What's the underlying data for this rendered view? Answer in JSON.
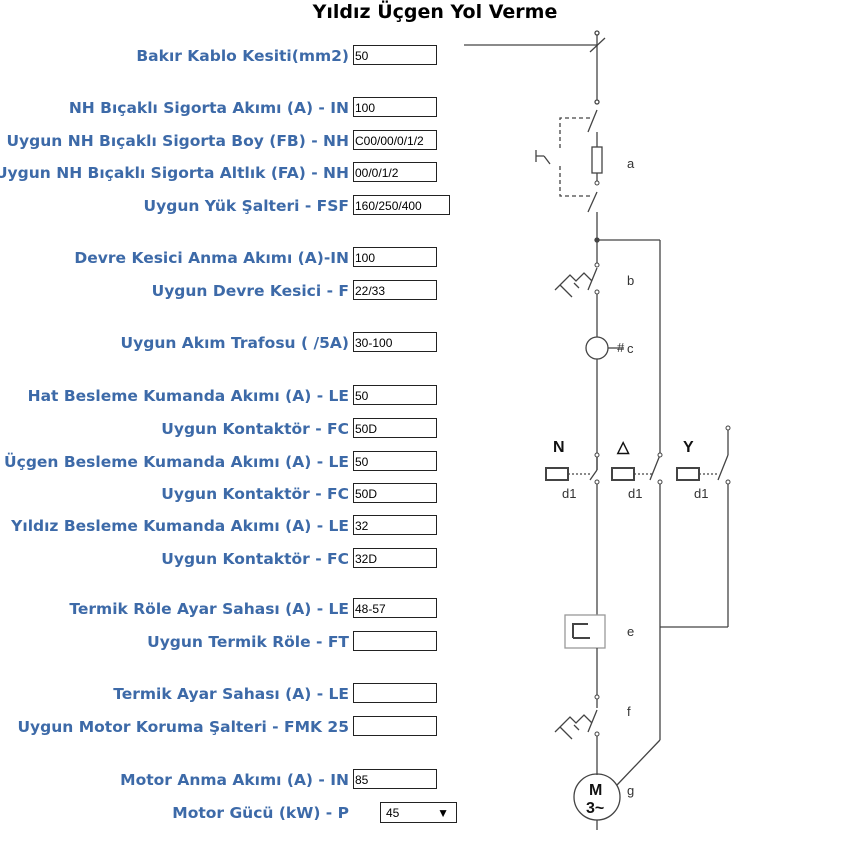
{
  "title": "Yıldız Üçgen Yol Verme",
  "fields": [
    {
      "label": "Bakır Kablo Kesiti(mm2)",
      "value": "50"
    },
    {
      "label": "NH Bıçaklı Sigorta Akımı (A) - IN",
      "value": "100"
    },
    {
      "label": "Uygun NH Bıçaklı Sigorta Boy (FB) - NH",
      "value": "C00/00/0/1/2"
    },
    {
      "label": "Uygun NH Bıçaklı Sigorta Altlık (FA) - NH",
      "value": "00/0/1/2"
    },
    {
      "label": "Uygun Yük Şalteri - FSF",
      "value": "160/250/400"
    },
    {
      "label": "Devre Kesici Anma Akımı (A)-IN",
      "value": "100"
    },
    {
      "label": "Uygun Devre Kesici - F",
      "value": "22/33"
    },
    {
      "label": "Uygun Akım Trafosu ( /5A)",
      "value": "30-100"
    },
    {
      "label": "Hat Besleme Kumanda Akımı (A) - LE",
      "value": "50"
    },
    {
      "label": "Uygun Kontaktör - FC",
      "value": "50D"
    },
    {
      "label": "Üçgen Besleme Kumanda Akımı (A) - LE",
      "value": "50"
    },
    {
      "label": "Uygun Kontaktör - FC",
      "value": "50D"
    },
    {
      "label": "Yıldız Besleme Kumanda Akımı (A) - LE",
      "value": "32"
    },
    {
      "label": "Uygun Kontaktör - FC",
      "value": "32D"
    },
    {
      "label": "Termik Röle Ayar Sahası (A) - LE",
      "value": "48-57"
    },
    {
      "label": "Uygun Termik Röle - FT",
      "value": ""
    },
    {
      "label": "Termik Ayar Sahası (A) - LE",
      "value": ""
    },
    {
      "label": "Uygun Motor Koruma Şalteri - FMK 25",
      "value": ""
    },
    {
      "label": "Motor Anma Akımı (A) - IN",
      "value": "85"
    }
  ],
  "motor_power": {
    "label": "Motor Gücü (kW) - P",
    "value": "45"
  },
  "diagram": {
    "labels": {
      "a": "a",
      "b": "b",
      "c": "c",
      "e": "e",
      "f": "f",
      "g": "g"
    },
    "contactors": {
      "n": "N",
      "delta": "△",
      "y": "Y"
    },
    "coil_label": "d1",
    "ct_mark": "#",
    "motor_m": "M",
    "motor_phase": "3~"
  }
}
